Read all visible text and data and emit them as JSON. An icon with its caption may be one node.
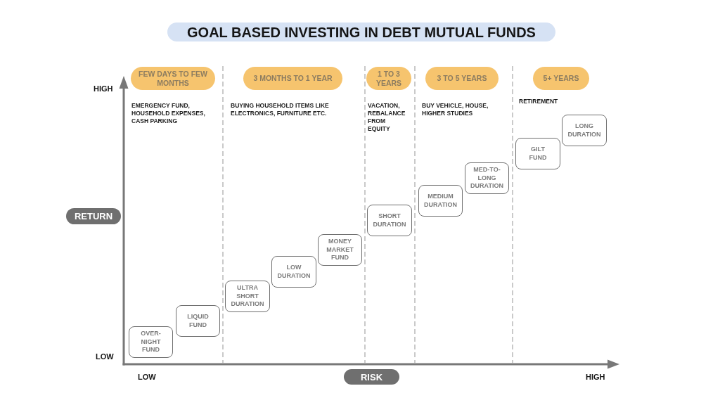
{
  "diagram": {
    "title": "GOAL BASED INVESTING IN DEBT MUTUAL FUNDS",
    "nodes": [
      {
        "text": [
          "FEW DAYS TO FEW MONTHS"
        ],
        "beside": [
          "EMERGENCY FUND, HOUSEHOLD EXPENSES, CASH PARKING"
        ]
      },
      {
        "text": [
          "3 MONTHS TO 1 YEAR"
        ],
        "beside": [
          "BUYING HOUSEHOLD ITEMS LIKE ELECTRONICS, FURNITURE ETC."
        ]
      },
      {
        "text": [
          "1 TO 3 YEARS"
        ],
        "beside": [
          "VACATION, REBALANCE FROM EQUITY"
        ]
      },
      {
        "text": [
          "3 TO 5 YEARS"
        ],
        "beside": [
          "BUY VEHICLE, HOUSE, HIGHER STUDIES"
        ]
      },
      {
        "text": [
          "5+ YEARS"
        ],
        "beside": [
          "RETIREMENT"
        ]
      },
      {
        "text": [
          "RETURN"
        ]
      },
      {
        "text": [
          "OVER-NIGHT FUND"
        ]
      },
      {
        "text": [
          "LIQUID FUND"
        ]
      },
      {
        "text": [
          "ULTRA SHORT DURATION"
        ]
      },
      {
        "text": [
          "LOW DURATION"
        ]
      },
      {
        "text": [
          "MONEY MARKET FUND"
        ]
      },
      {
        "text": [
          "SHORT DURATION"
        ]
      },
      {
        "text": [
          "MEDIUM DURATION"
        ]
      },
      {
        "text": [
          "MED-TO-LONG DURATION"
        ]
      },
      {
        "text": [
          "GILT FUND"
        ]
      },
      {
        "text": [
          "LONG DURATION"
        ]
      },
      {
        "text": [
          "RISK"
        ]
      }
    ],
    "labels": [
      "HIGH",
      "LOW",
      "LOW",
      "HIGH"
    ]
  }
}
